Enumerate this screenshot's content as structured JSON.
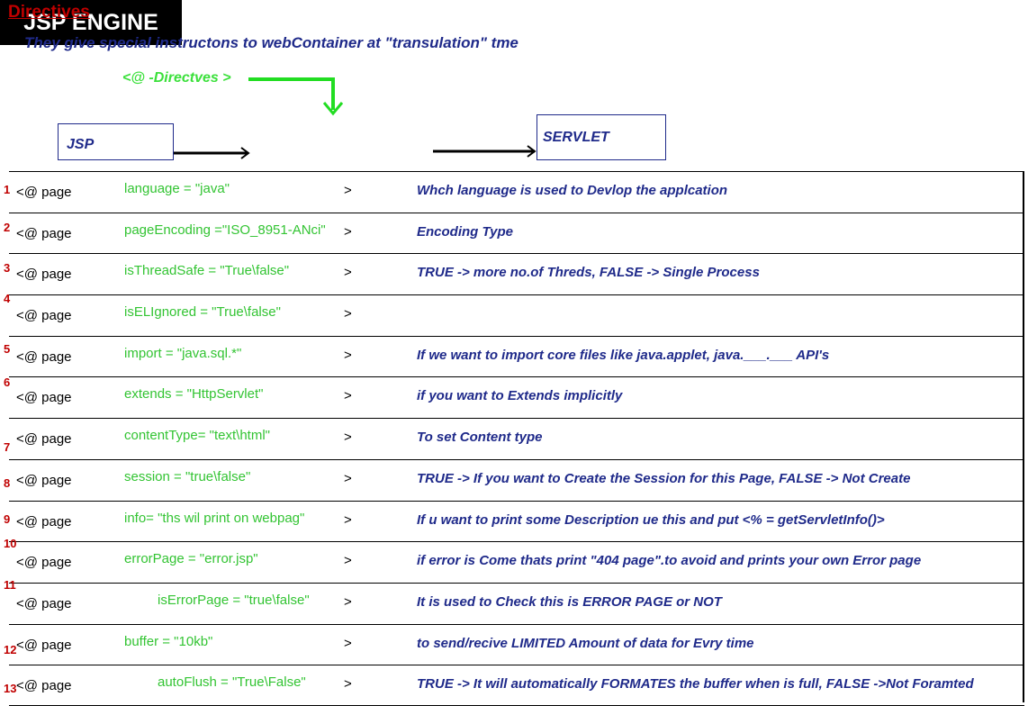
{
  "title": "Directives",
  "subtitle": "They give special instructons to webContainer at \"transulation\" tme",
  "directive_label": "<@ -Directves >",
  "flow": {
    "jsp": "JSP",
    "engine": "JSP ENGINE",
    "servlet": "SERVLET"
  },
  "rows": [
    {
      "num": "1",
      "tag": "<@ page",
      "attr": "language = \"java\"",
      "gt": ">",
      "desc": "Whch language is used to Devlop the applcation"
    },
    {
      "num": "2",
      "tag": "<@ page",
      "attr": "pageEncoding =\"ISO_8951-ANci\"",
      "gt": ">",
      "desc": "Encoding Type"
    },
    {
      "num": "3",
      "tag": "<@ page",
      "attr": "isThreadSafe = \"True\\false\"",
      "gt": ">",
      "desc": "TRUE -> more no.of Threds, FALSE -> Single Process"
    },
    {
      "num": "4",
      "tag": "<@ page",
      "attr": "isELIgnored = \"True\\false\"",
      "gt": ">",
      "desc": ""
    },
    {
      "num": "5",
      "tag": "<@ page",
      "attr": "import = \"java.sql.*\"",
      "gt": ">",
      "desc": "If we want to import core files like java.applet, java.___.___ API's"
    },
    {
      "num": "6",
      "tag": "<@ page",
      "attr": "extends = \"HttpServlet\"",
      "gt": ">",
      "desc": "if you want to Extends implicitly"
    },
    {
      "num": "7",
      "tag": "<@ page",
      "attr": "contentType= \"text\\html\"",
      "gt": ">",
      "desc": "To set Content type"
    },
    {
      "num": "8",
      "tag": "<@ page",
      "attr": "session = \"true\\false\"",
      "gt": ">",
      "desc": "TRUE -> If you want to Create the Session for this Page, FALSE -> Not Create"
    },
    {
      "num": "9",
      "tag": "<@ page",
      "attr": "info= \"ths wil print on webpag\"",
      "gt": ">",
      "desc": "If u want to print some Description ue this and put <% = getServletInfo()>"
    },
    {
      "num": "10",
      "tag": "<@ page",
      "attr": "errorPage = \"error.jsp\"",
      "gt": ">",
      "desc": "if error is Come thats print \"404 page\".to avoid and prints your own Error page"
    },
    {
      "num": "11",
      "tag": "<@ page",
      "attr": "isErrorPage = \"true\\false\"",
      "gt": ">",
      "desc": "It is used to Check this is ERROR PAGE or NOT"
    },
    {
      "num": "12",
      "tag": "<@ page",
      "attr": "buffer = \"10kb\"",
      "gt": ">",
      "desc": "to send/recive LIMITED Amount of data for Evry time"
    },
    {
      "num": "13",
      "tag": "<@ page",
      "attr": "autoFlush = \"True\\False\"",
      "gt": ">",
      "desc": "TRUE -> It will automatically FORMATES the buffer when is full, FALSE ->Not Foramted"
    }
  ]
}
